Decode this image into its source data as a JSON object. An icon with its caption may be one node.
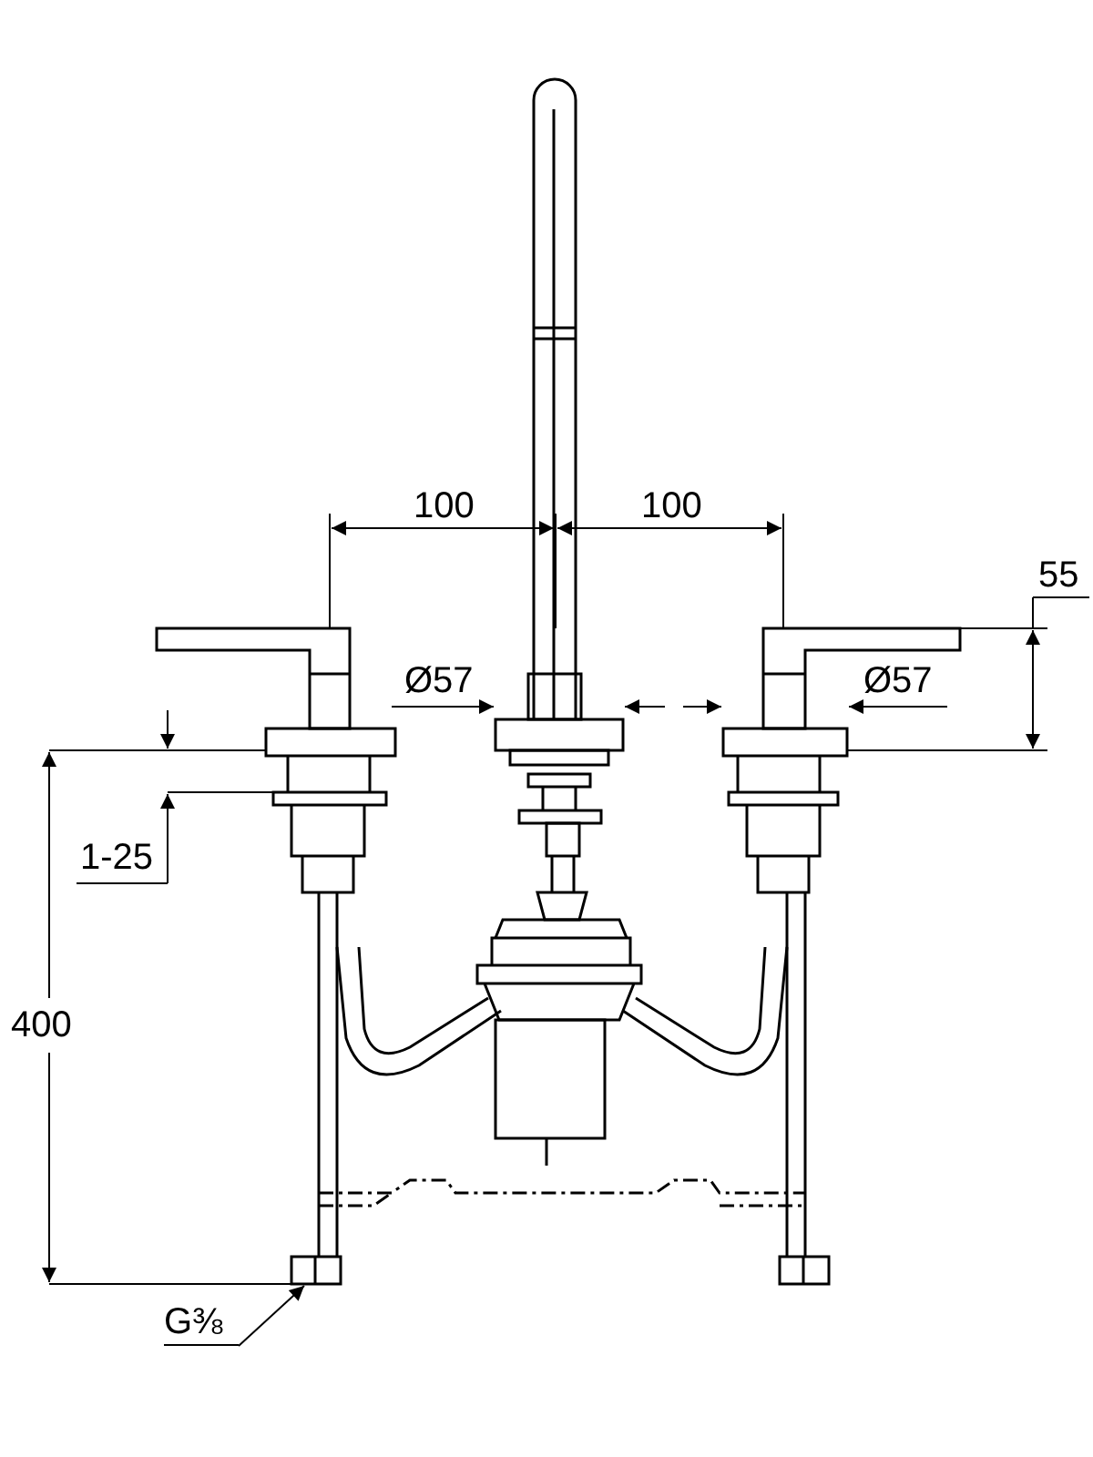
{
  "diagram": {
    "nodes": [
      {
        "text": [
          "G⅜"
        ]
      },
      {
        "text": [],
        "shape": "picture"
      }
    ],
    "edges": [
      {
        "from": 0,
        "to": 1,
        "arrow": "to"
      }
    ],
    "labels": [
      "100",
      "100",
      "55",
      "Ø57",
      "Ø57",
      "1-25",
      "400"
    ]
  }
}
